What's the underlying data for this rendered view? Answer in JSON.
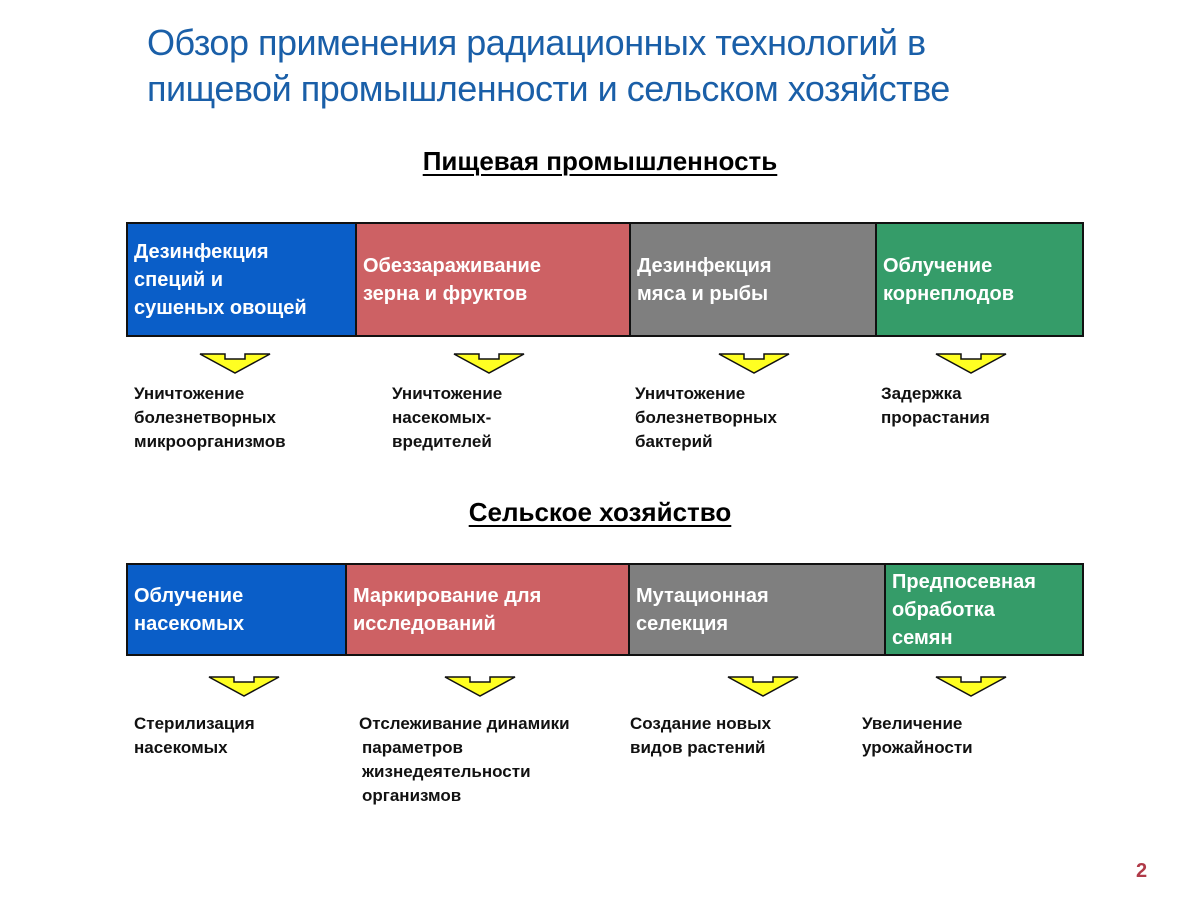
{
  "title": {
    "line1": "Обзор применения радиационных технологий в",
    "line2": "пищевой промышленности и сельском хозяйстве"
  },
  "colors": {
    "title": "#1a5fa8",
    "blue": "#0a5ec8",
    "red": "#cd6164",
    "gray": "#7f7f7f",
    "green": "#359c69",
    "arrow": "#ffff22",
    "page_number": "#b03a48"
  },
  "food": {
    "heading": "Пищевая промышленность",
    "boxes": [
      {
        "line1": "Дезинфекция",
        "line2": "специй и",
        "line3": "сушеных овощей",
        "color": "blue"
      },
      {
        "line1": "Обеззараживание",
        "line2": "зерна и фруктов",
        "color": "red"
      },
      {
        "line1": "Дезинфекция",
        "line2": "мяса и рыбы",
        "color": "gray"
      },
      {
        "line1": "Облучение",
        "line2": "корнеплодов",
        "color": "green"
      }
    ],
    "results": [
      {
        "line1": "Уничтожение",
        "line2": "болезнетворных",
        "line3": "микроорганизмов"
      },
      {
        "line1": "Уничтожение",
        "line2": "насекомых-",
        "line3": "вредителей"
      },
      {
        "line1": "Уничтожение",
        "line2": "болезнетворных",
        "line3": "бактерий"
      },
      {
        "line1": "Задержка",
        "line2": "прорастания"
      }
    ]
  },
  "agriculture": {
    "heading": "Сельское хозяйство",
    "boxes": [
      {
        "line1": "Облучение",
        "line2": "насекомых",
        "color": "blue"
      },
      {
        "line1": "Маркирование для",
        "line2": "исследований",
        "color": "red"
      },
      {
        "line1": "Мутационная",
        "line2": "селекция",
        "color": "gray"
      },
      {
        "line1": "Предпосевная",
        "line2": "обработка",
        "line3": "семян",
        "color": "green"
      }
    ],
    "results": [
      {
        "line1": "Стерилизация",
        "line2": "насекомых"
      },
      {
        "line1": "Отслеживание динамики",
        "line2": "параметров",
        "line3": "жизнедеятельности",
        "line4": "организмов"
      },
      {
        "line1": "Создание новых",
        "line2": "видов растений"
      },
      {
        "line1": "Увеличение",
        "line2": "урожайности"
      }
    ]
  },
  "icons": {
    "arrow": "down-arrow-icon"
  },
  "page_number": "2"
}
